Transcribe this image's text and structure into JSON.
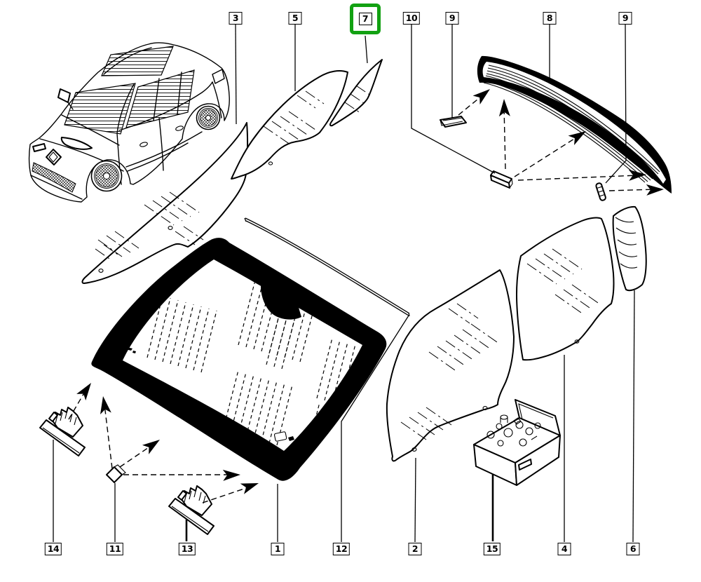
{
  "figure": {
    "type": "vehicle-glazing-parts-diagram",
    "background_color": "#ffffff",
    "line_color": "#000000",
    "highlight_color": "#12a112",
    "highlighted_callout": "7"
  },
  "callouts": {
    "top": [
      {
        "label": "3"
      },
      {
        "label": "5"
      },
      {
        "label": "7"
      },
      {
        "label": "10"
      },
      {
        "label": "9"
      },
      {
        "label": "8"
      },
      {
        "label": "9"
      }
    ],
    "bottom": [
      {
        "label": "14"
      },
      {
        "label": "11"
      },
      {
        "label": "13"
      },
      {
        "label": "1"
      },
      {
        "label": "12"
      },
      {
        "label": "2"
      },
      {
        "label": "15"
      },
      {
        "label": "4"
      },
      {
        "label": "6"
      }
    ]
  }
}
